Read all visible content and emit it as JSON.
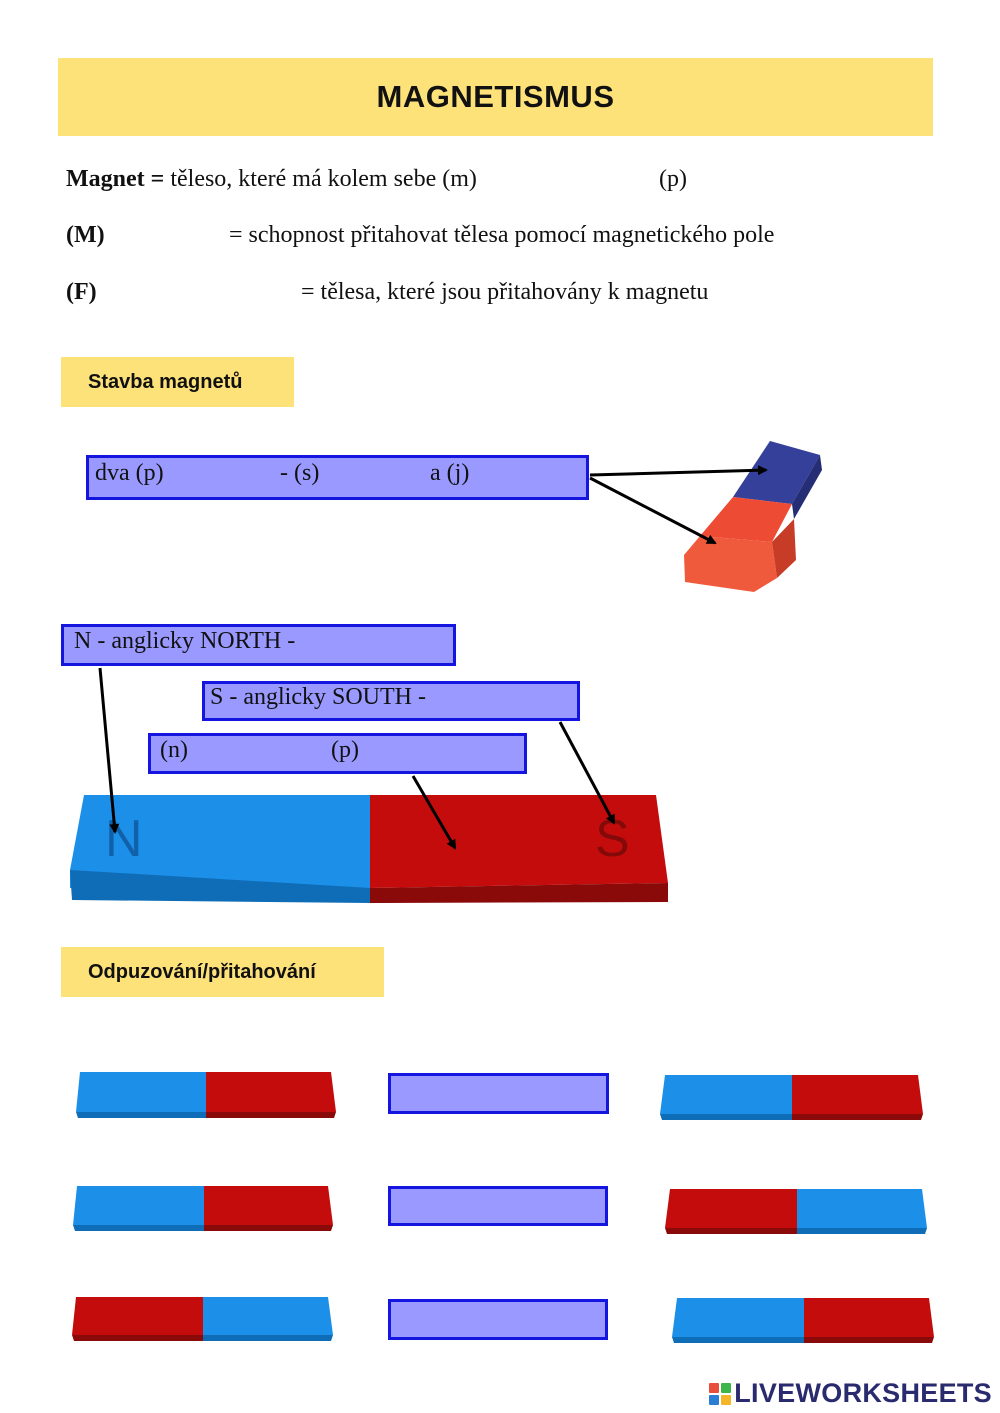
{
  "title": "MAGNETISMUS",
  "definitions": {
    "magnet": {
      "term": "Magnet =",
      "text": "těleso, které má kolem sebe (m)",
      "hint2": "(p)"
    },
    "m": {
      "term": "(M)",
      "text": "= schopnost přitahovat tělesa pomocí magnetického pole"
    },
    "f": {
      "term": "(F)",
      "text": "= tělesa, které jsou přitahovány k magnetu"
    }
  },
  "sections": {
    "structure": "Stavba magnetů",
    "repulsion": "Odpuzování/přitahování"
  },
  "structure_box": {
    "part1": "dva (p)",
    "part2": "- (s)",
    "part3": "a (j)"
  },
  "poles": {
    "north": "N - anglicky NORTH -",
    "south": "S - anglicky SOUTH -",
    "neutral_part1": "(n)",
    "neutral_part2": "(p)"
  },
  "big_magnet": {
    "n_label": "N",
    "s_label": "S"
  },
  "colors": {
    "yellow": "#fde27a",
    "field": "#9999ff",
    "field_border": "#1515e0",
    "blue": "#1c8fe8",
    "red": "#c40c0c"
  },
  "footer": {
    "logo_text": "LIVEWORKSHEETS",
    "logo_icon": "liveworksheets-icon"
  }
}
